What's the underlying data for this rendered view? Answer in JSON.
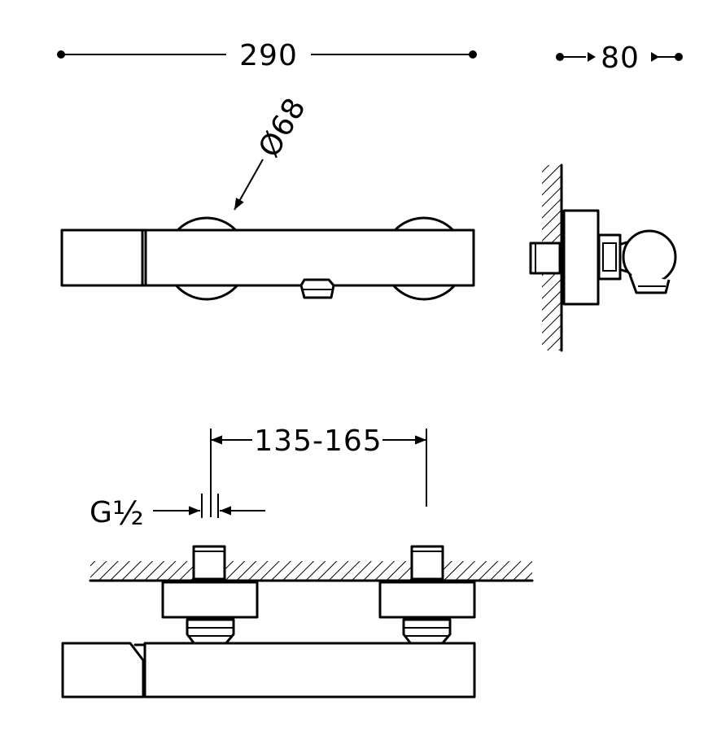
{
  "dimensions": {
    "overall_length": "290",
    "depth": "80",
    "diameter": "Ø68",
    "center_distance": "135-165",
    "thread_g": "G",
    "thread_fraction": "½"
  },
  "colors": {
    "line": "#000000",
    "background": "#ffffff"
  }
}
